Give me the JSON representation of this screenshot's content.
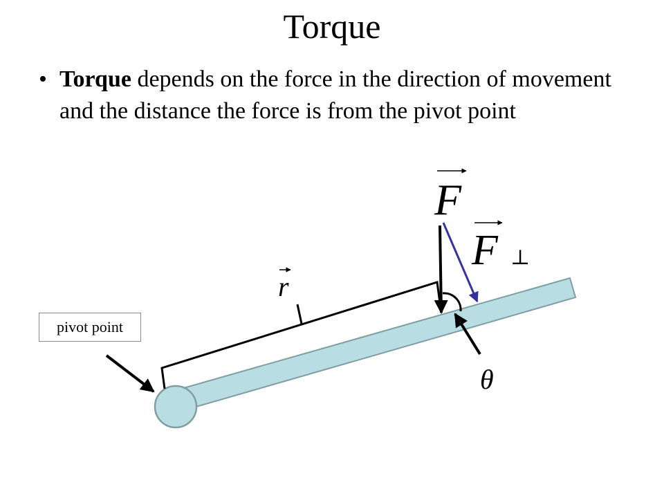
{
  "slide": {
    "title": "Torque",
    "bullet_symbol": "•",
    "bullet_bold": "Torque",
    "bullet_rest": " depends on the force in the direction of movement and the distance the force is from the pivot point"
  },
  "diagram": {
    "pivot_label": "pivot point",
    "force_label": "F",
    "force_perp_label": "F",
    "perp_symbol": "⊥",
    "radius_label": "r",
    "angle_label": "θ",
    "colors": {
      "beam_fill": "#b8dde3",
      "beam_stroke": "#7f9ea4",
      "force_perp_arrow": "#3333a0",
      "lines": "#000000"
    }
  }
}
